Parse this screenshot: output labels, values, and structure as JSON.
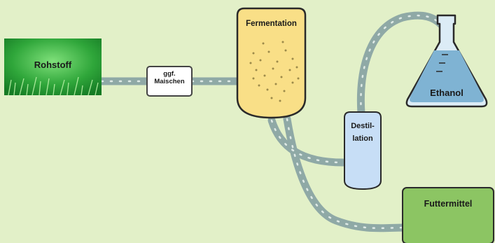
{
  "nodes": {
    "raw_material": "Rohstoff",
    "mashing_line1": "ggf.",
    "mashing_line2": "Maischen",
    "fermentation": "Fermentation",
    "distillation_line1": "Destil-",
    "distillation_line2": "lation",
    "ethanol": "Ethanol",
    "feed": "Futtermittel"
  },
  "colors": {
    "background": "#e2f0c8",
    "pipe": "#8fa9a6",
    "raw_material": "#2fa63a",
    "mashing": "#ffffff",
    "fermentation": "#f9df87",
    "distillation": "#c7def6",
    "ethanol": "#7fb3d3",
    "feed": "#8cc563"
  }
}
